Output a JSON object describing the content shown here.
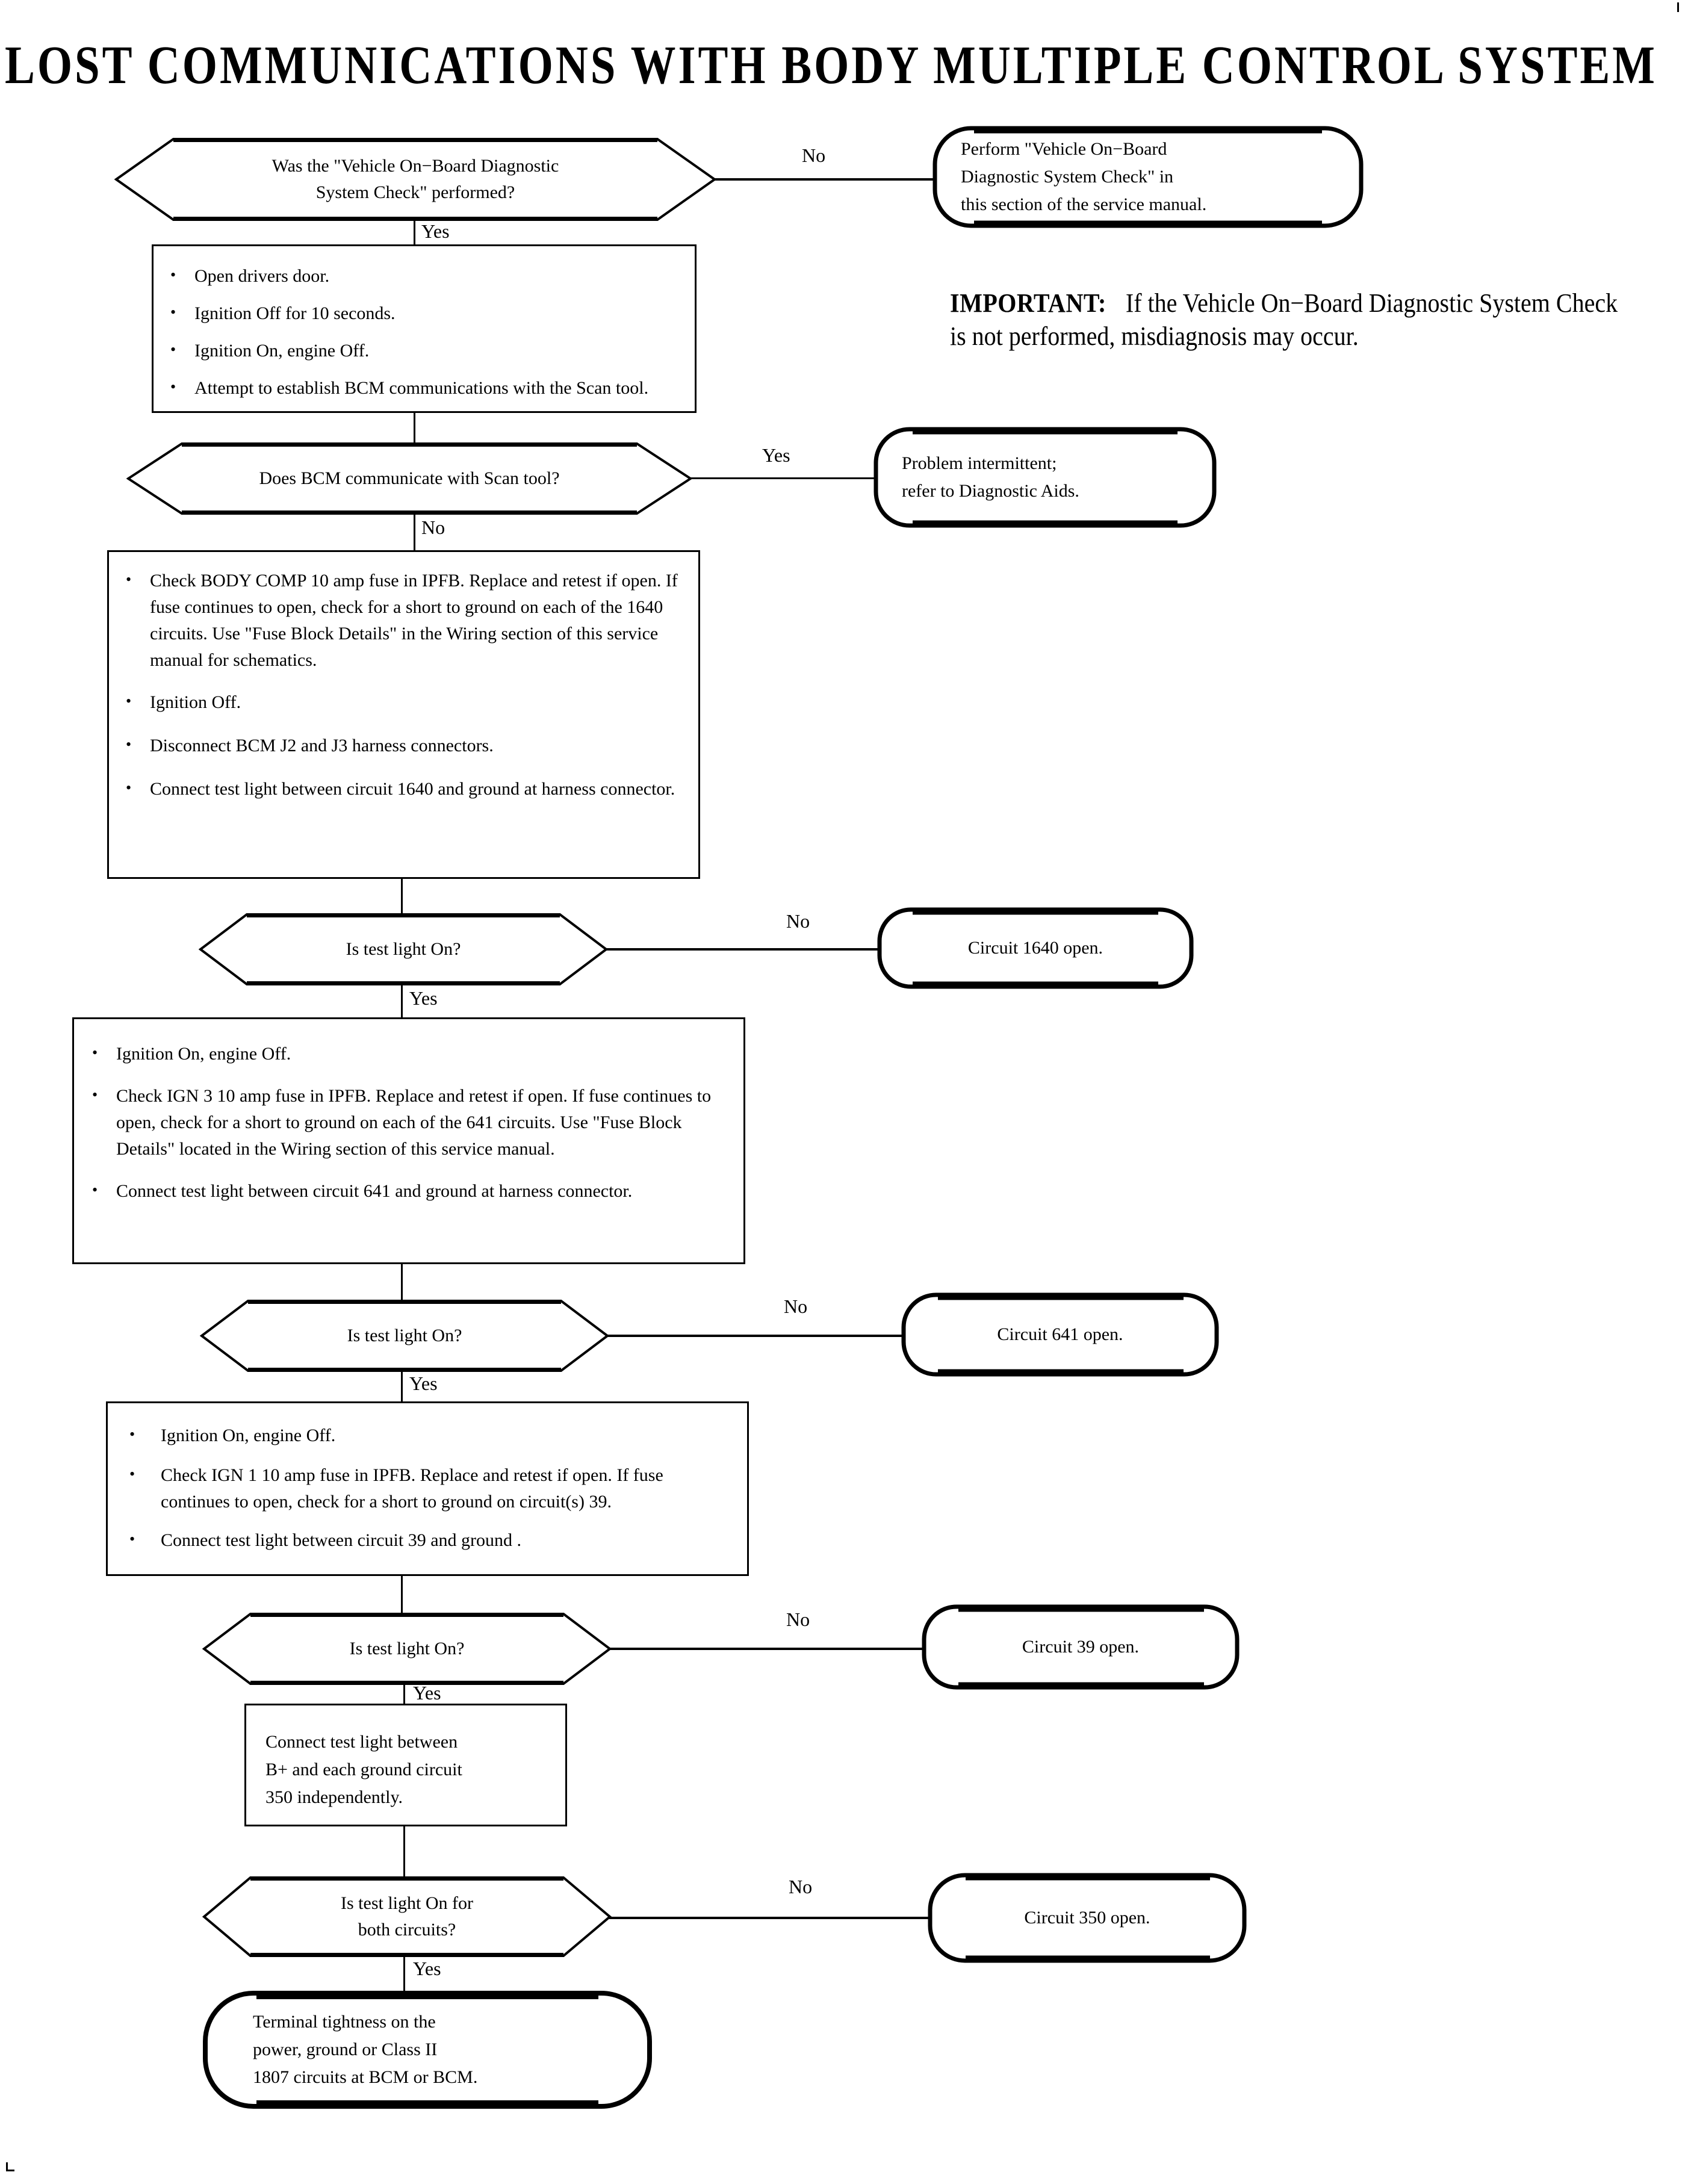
{
  "page": {
    "title": "LOST COMMUNICATIONS WITH BODY MULTIPLE CONTROL SYSTEM"
  },
  "important": {
    "keyword": "IMPORTANT:",
    "body": "If the Vehicle On−Board Diagnostic System Check is not performed, misdiagnosis may occur."
  },
  "chart_data": {
    "type": "flowchart",
    "title": "LOST COMMUNICATIONS WITH BODY MULTIPLE CONTROL SYSTEM",
    "nodes": [
      {
        "id": "d1",
        "shape": "decision",
        "text": "Was the \"Vehicle On−Board Diagnostic System Check\" performed?"
      },
      {
        "id": "t1",
        "shape": "terminator",
        "text": "Perform \"Vehicle On−Board Diagnostic System Check\" in this section of the service manual."
      },
      {
        "id": "p1",
        "shape": "process",
        "text": "Open drivers door. / Ignition Off for 10 seconds. / Ignition On, engine Off. / Attempt to establish BCM communications with the Scan tool."
      },
      {
        "id": "d2",
        "shape": "decision",
        "text": "Does BCM communicate with Scan tool?"
      },
      {
        "id": "t2",
        "shape": "terminator",
        "text": "Problem intermittent; refer to Diagnostic Aids."
      },
      {
        "id": "p2",
        "shape": "process",
        "text": "Check BODY COMP 10 amp fuse in IPFB ... Connect test light between circuit 1640 and ground at harness connector."
      },
      {
        "id": "d3",
        "shape": "decision",
        "text": "Is test light On?"
      },
      {
        "id": "t3",
        "shape": "terminator",
        "text": "Circuit 1640 open."
      },
      {
        "id": "p3",
        "shape": "process",
        "text": "Ignition On, engine Off. / Check IGN 3 10 amp fuse in IPFB ... / Connect test light between circuit 641 and ground at harness connector."
      },
      {
        "id": "d4",
        "shape": "decision",
        "text": "Is test light On?"
      },
      {
        "id": "t4",
        "shape": "terminator",
        "text": "Circuit 641 open."
      },
      {
        "id": "p4",
        "shape": "process",
        "text": "Ignition On, engine Off. / Check IGN 1 10 amp fuse in IPFB ... / Connect test light between circuit 39 and ground ."
      },
      {
        "id": "d5",
        "shape": "decision",
        "text": "Is test light On?"
      },
      {
        "id": "t5",
        "shape": "terminator",
        "text": "Circuit 39 open."
      },
      {
        "id": "p5",
        "shape": "process",
        "text": "Connect test light between B+ and each ground circuit 350 independently."
      },
      {
        "id": "d6",
        "shape": "decision",
        "text": "Is test light On for both circuits?"
      },
      {
        "id": "t6",
        "shape": "terminator",
        "text": "Circuit 350 open."
      },
      {
        "id": "t7",
        "shape": "terminator",
        "text": "Terminal tightness on the power, ground or Class II 1807 circuits at BCM or BCM."
      }
    ],
    "edges": [
      {
        "from": "d1",
        "to": "t1",
        "label": "No"
      },
      {
        "from": "d1",
        "to": "p1",
        "label": "Yes"
      },
      {
        "from": "p1",
        "to": "d2",
        "label": ""
      },
      {
        "from": "d2",
        "to": "t2",
        "label": "Yes"
      },
      {
        "from": "d2",
        "to": "p2",
        "label": "No"
      },
      {
        "from": "p2",
        "to": "d3",
        "label": ""
      },
      {
        "from": "d3",
        "to": "t3",
        "label": "No"
      },
      {
        "from": "d3",
        "to": "p3",
        "label": "Yes"
      },
      {
        "from": "p3",
        "to": "d4",
        "label": ""
      },
      {
        "from": "d4",
        "to": "t4",
        "label": "No"
      },
      {
        "from": "d4",
        "to": "p4",
        "label": "Yes"
      },
      {
        "from": "p4",
        "to": "d5",
        "label": ""
      },
      {
        "from": "d5",
        "to": "t5",
        "label": "No"
      },
      {
        "from": "d5",
        "to": "p5",
        "label": "Yes"
      },
      {
        "from": "p5",
        "to": "d6",
        "label": ""
      },
      {
        "from": "d6",
        "to": "t6",
        "label": "No"
      },
      {
        "from": "d6",
        "to": "t7",
        "label": "Yes"
      }
    ]
  },
  "decision1": {
    "line1": "Was the \"Vehicle On−Board Diagnostic",
    "line2": "System Check\" performed?"
  },
  "terminator1": {
    "line1": "Perform \"Vehicle On−Board",
    "line2": "Diagnostic System Check\" in",
    "line3": "this section of the service manual."
  },
  "process1": {
    "items": [
      "Open drivers door.",
      "Ignition Off for 10 seconds.",
      "Ignition On, engine Off.",
      "Attempt to establish BCM communications with the Scan tool."
    ]
  },
  "decision2": {
    "text": "Does BCM communicate with Scan tool?"
  },
  "terminator2": {
    "line1": "Problem intermittent;",
    "line2": "refer to Diagnostic Aids."
  },
  "process2": {
    "items": [
      "Check BODY COMP 10 amp fuse in IPFB. Replace and retest if open.  If fuse continues to open, check for a short to ground on each of the 1640 circuits.  Use \"Fuse Block Details\" in the Wiring section of this service manual for schematics.",
      "Ignition Off.",
      "Disconnect BCM J2 and J3 harness connectors.",
      "Connect test light between circuit 1640 and ground at harness connector."
    ]
  },
  "decision3": {
    "text": "Is test light On?"
  },
  "terminator3": {
    "text": "Circuit 1640 open."
  },
  "process3": {
    "items": [
      "Ignition On, engine Off.",
      "Check IGN 3 10 amp fuse in IPFB.  Replace and retest if open.  If fuse continues to open, check for a short to ground on each of the 641 circuits.  Use \"Fuse Block Details\" located in the Wiring section of this service manual.",
      "Connect test light between circuit 641 and ground at harness connector."
    ]
  },
  "decision4": {
    "text": "Is test light On?"
  },
  "terminator4": {
    "text": "Circuit 641 open."
  },
  "process4": {
    "items": [
      "Ignition On, engine Off.",
      "Check IGN 1 10 amp fuse in IPFB.  Replace and retest if open.  If fuse continues to open, check for a short to ground on circuit(s) 39.",
      "Connect test light between circuit 39 and ground ."
    ]
  },
  "decision5": {
    "text": "Is test light On?"
  },
  "terminator5": {
    "text": "Circuit 39 open."
  },
  "process5": {
    "line1": "Connect test light between",
    "line2": "B+ and each ground circuit",
    "line3": "350 independently."
  },
  "decision6": {
    "line1": "Is test light On for",
    "line2": "both circuits?"
  },
  "terminator6": {
    "text": "Circuit 350 open."
  },
  "terminator7": {
    "line1": "Terminal tightness on the",
    "line2": "power, ground or Class II",
    "line3": "1807 circuits at BCM or BCM."
  },
  "labels": {
    "no": "No",
    "yes": "Yes"
  }
}
